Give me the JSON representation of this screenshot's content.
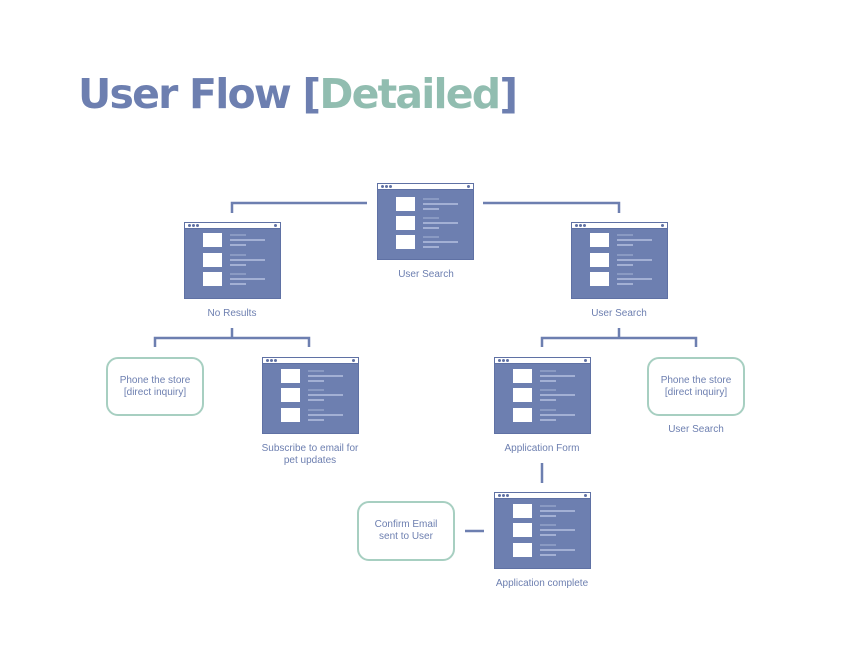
{
  "title": {
    "main": "User Flow ",
    "bracket_open": "[",
    "accent": "Detailed",
    "bracket_close": "]"
  },
  "nodes": {
    "root": {
      "label": "User Search"
    },
    "no_results": {
      "label": "No Results"
    },
    "user_search_right": {
      "label": "User Search"
    },
    "phone_store_left": {
      "line1": "Phone the store",
      "line2": "[direct inquiry]"
    },
    "subscribe": {
      "line1": "Subscribe to email for",
      "line2": "pet updates"
    },
    "application_form": {
      "label": "Application Form"
    },
    "phone_store_right": {
      "line1": "Phone the store",
      "line2": "[direct inquiry]",
      "label": "User Search"
    },
    "confirm_email": {
      "line1": "Confirm Email",
      "line2": "sent to User"
    },
    "application_complete": {
      "label": "Application complete"
    }
  },
  "colors": {
    "primary": "#6d7fb0",
    "accent": "#91bdb0",
    "box_border": "#a7cfc1",
    "placeholder_line": "#a3b0d4"
  }
}
